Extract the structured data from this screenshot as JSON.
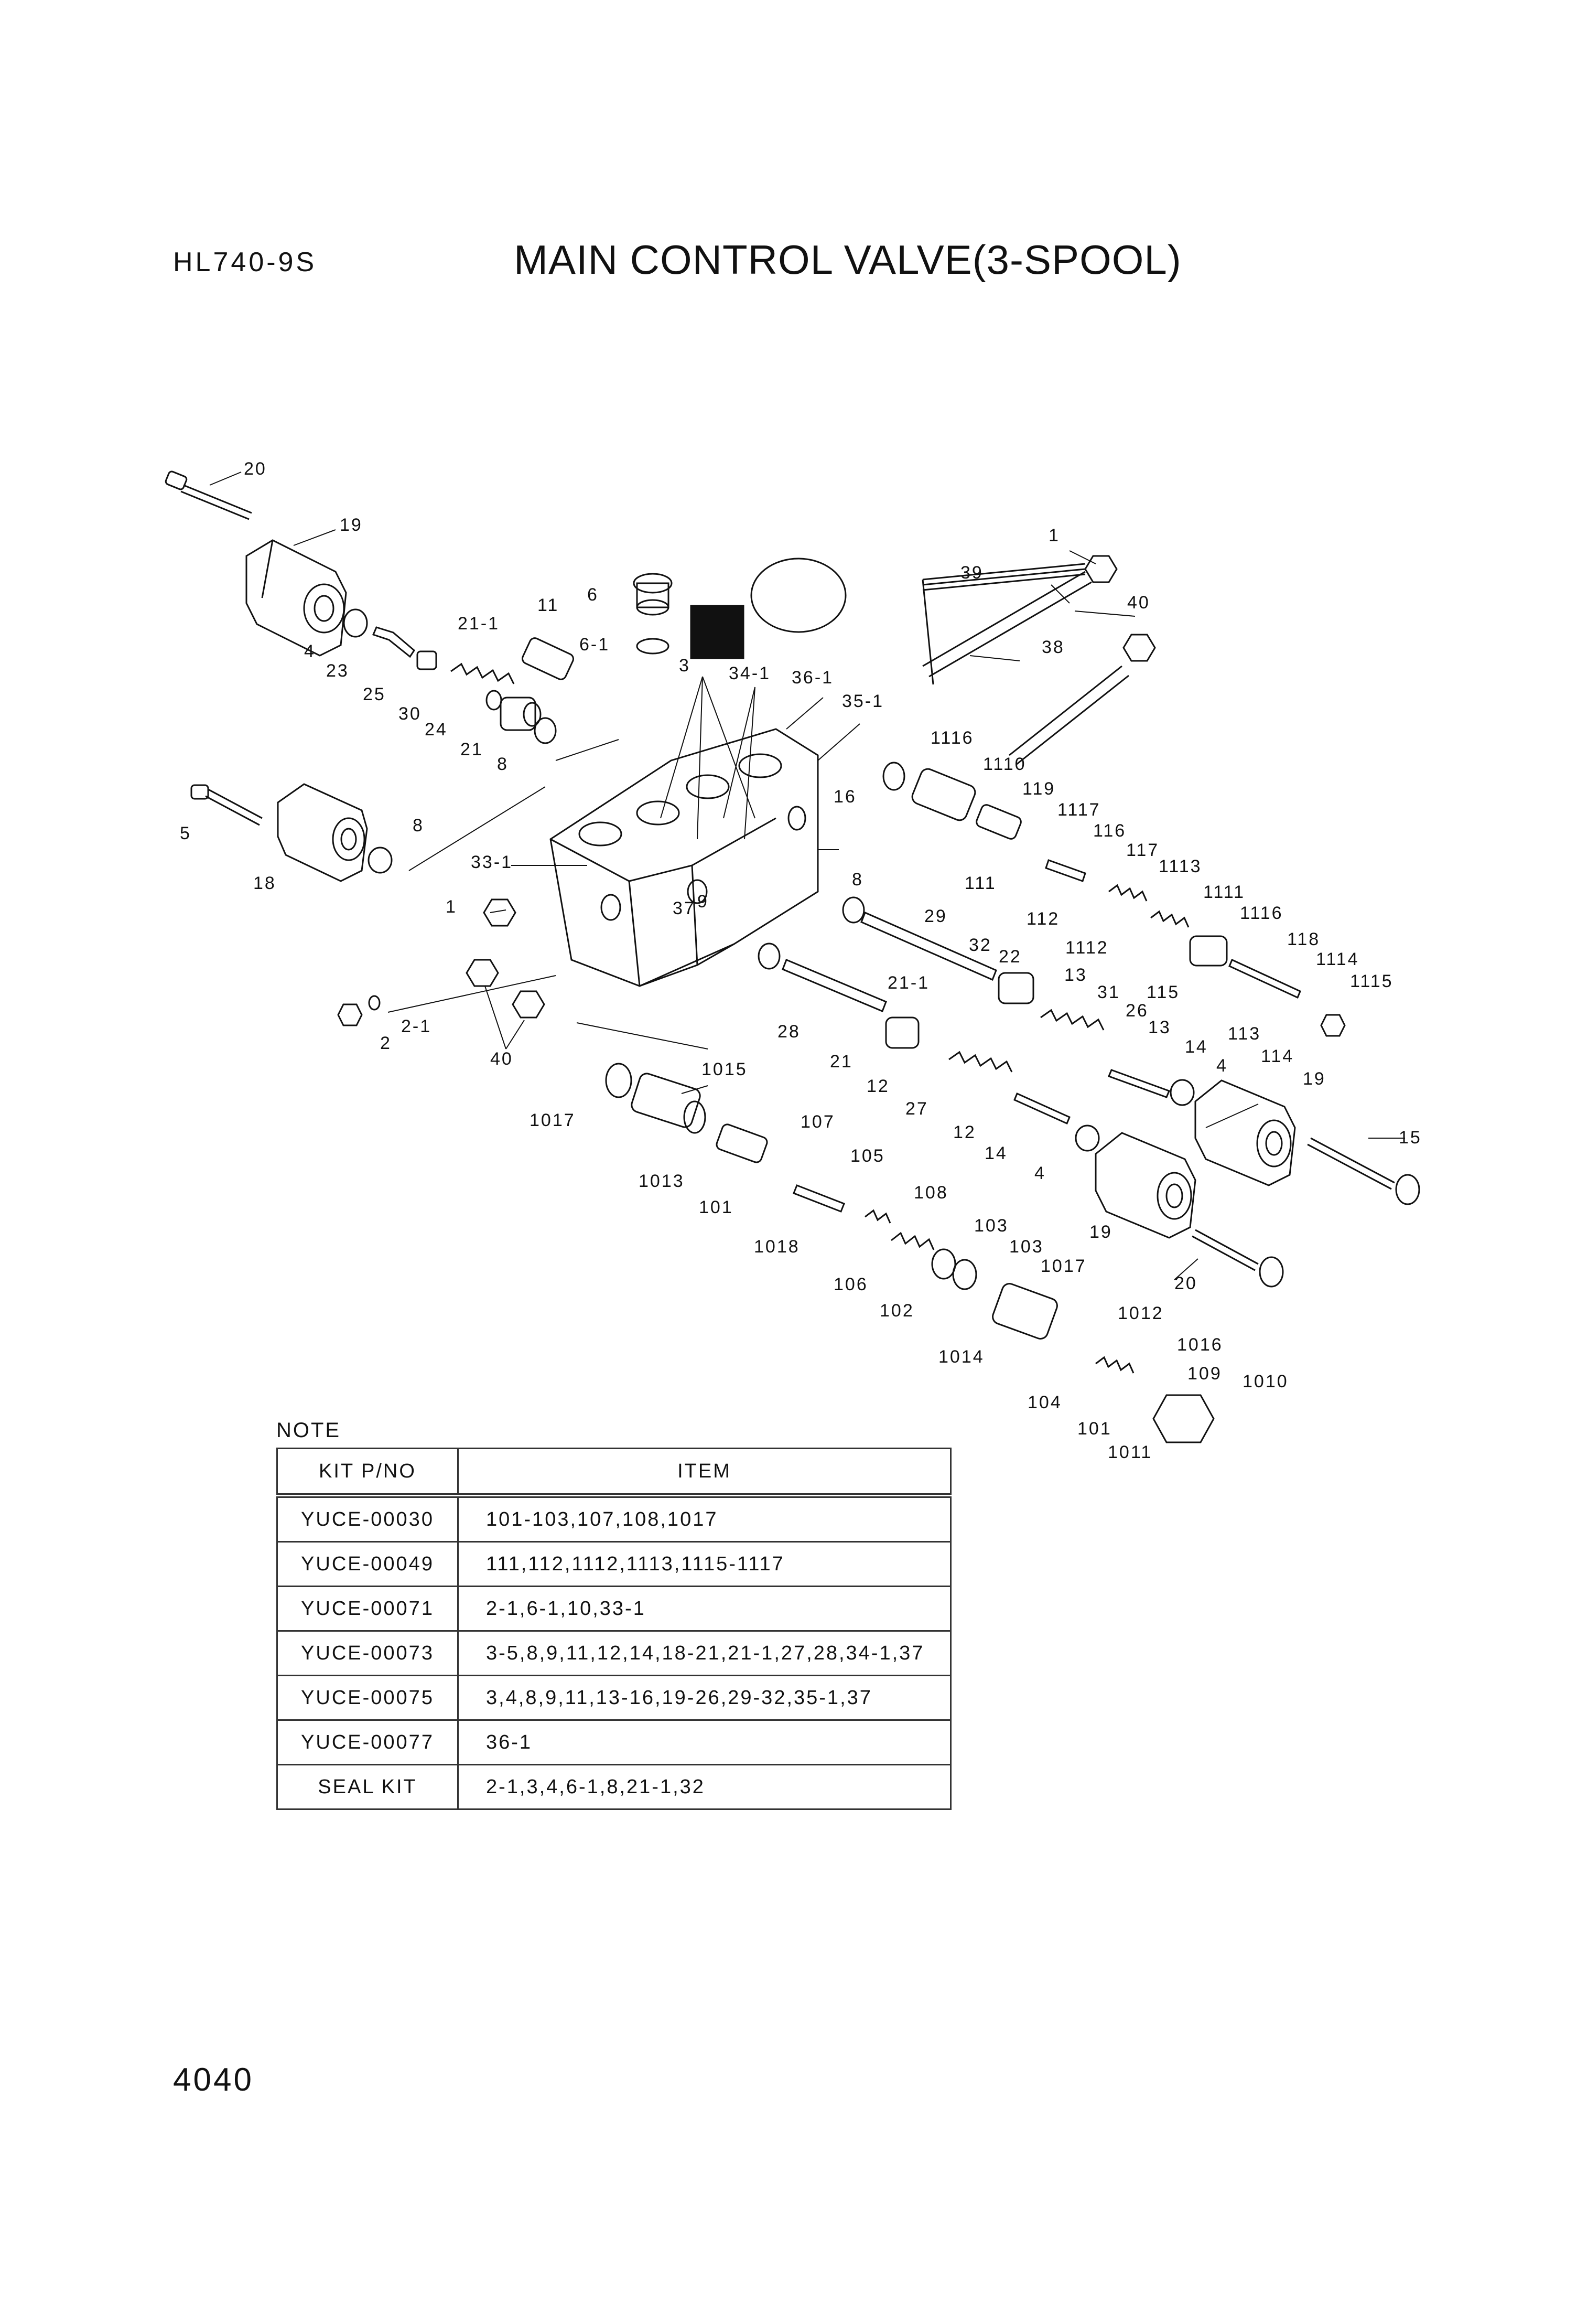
{
  "header": {
    "model": "HL740-9S",
    "title": "MAIN CONTROL VALVE(3-SPOOL)"
  },
  "diagram": {
    "labels": [
      "20",
      "19",
      "4",
      "23",
      "25",
      "30",
      "24",
      "21",
      "8",
      "21-1",
      "11",
      "6",
      "6-1",
      "3",
      "34-1",
      "36-1",
      "35-1",
      "16",
      "1116",
      "1110",
      "119",
      "1117",
      "116",
      "117",
      "1113",
      "1111",
      "1116",
      "118",
      "1114",
      "1115",
      "1",
      "39",
      "40",
      "38",
      "5",
      "18",
      "8",
      "33-1",
      "1",
      "9",
      "37",
      "8",
      "29",
      "32",
      "22",
      "1112",
      "13",
      "31",
      "115",
      "26",
      "13",
      "14",
      "4",
      "112",
      "111",
      "113",
      "114",
      "19",
      "15",
      "2-1",
      "2",
      "40",
      "28",
      "21-1",
      "21",
      "12",
      "27",
      "12",
      "14",
      "4",
      "1017",
      "1015",
      "107",
      "1013",
      "105",
      "101",
      "108",
      "1018",
      "106",
      "103",
      "103",
      "102",
      "1017",
      "1014",
      "1012",
      "1016",
      "109",
      "104",
      "101",
      "1011",
      "1010",
      "19",
      "20"
    ]
  },
  "note": {
    "label": "NOTE",
    "columns": [
      "KIT P/NO",
      "ITEM"
    ],
    "rows": [
      {
        "kit": "YUCE-00030",
        "item": "101-103,107,108,1017"
      },
      {
        "kit": "YUCE-00049",
        "item": "111,112,1112,1113,1115-1117"
      },
      {
        "kit": "YUCE-00071",
        "item": "2-1,6-1,10,33-1"
      },
      {
        "kit": "YUCE-00073",
        "item": "3-5,8,9,11,12,14,18-21,21-1,27,28,34-1,37"
      },
      {
        "kit": "YUCE-00075",
        "item": "3,4,8,9,11,13-16,19-26,29-32,35-1,37"
      },
      {
        "kit": "YUCE-00077",
        "item": "36-1"
      },
      {
        "kit": "SEAL KIT",
        "item": "2-1,3,4,6-1,8,21-1,32"
      }
    ]
  },
  "page_number": "4040"
}
